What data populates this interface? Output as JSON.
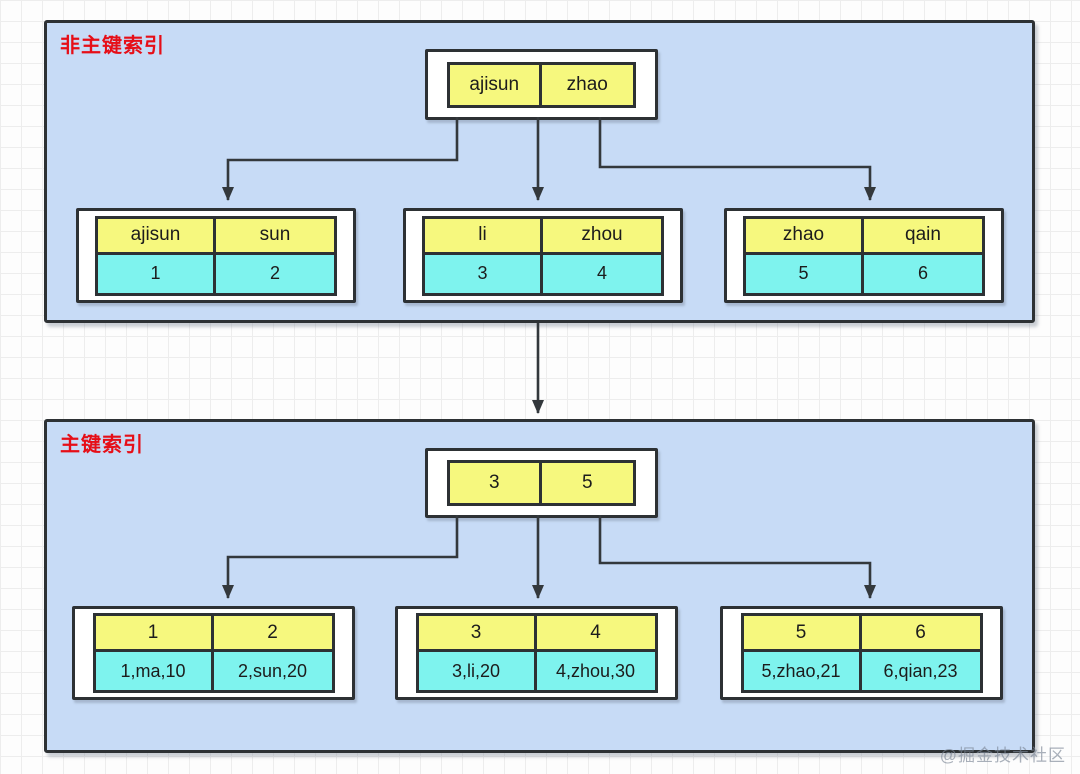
{
  "watermark": "@掘金技术社区",
  "colors": {
    "panel_bg": "#c7dbf6",
    "key_cell_yellow": "#f6f87e",
    "value_cell_cyan": "#7ef3ee",
    "border": "#2d3134",
    "label_red": "#e60e17",
    "grid_line": "#ededed"
  },
  "panels": [
    {
      "label": "非主键索引",
      "root": [
        "ajisun",
        "zhao"
      ],
      "leaves": [
        {
          "keys": [
            "ajisun",
            "sun"
          ],
          "values": [
            "1",
            "2"
          ]
        },
        {
          "keys": [
            "li",
            "zhou"
          ],
          "values": [
            "3",
            "4"
          ]
        },
        {
          "keys": [
            "zhao",
            "qain"
          ],
          "values": [
            "5",
            "6"
          ]
        }
      ]
    },
    {
      "label": "主键索引",
      "root": [
        "3",
        "5"
      ],
      "leaves": [
        {
          "keys": [
            "1",
            "2"
          ],
          "values": [
            "1,ma,10",
            "2,sun,20"
          ]
        },
        {
          "keys": [
            "3",
            "4"
          ],
          "values": [
            "3,li,20",
            "4,zhou,30"
          ]
        },
        {
          "keys": [
            "5",
            "6"
          ],
          "values": [
            "5,zhao,21",
            "6,qian,23"
          ]
        }
      ]
    }
  ]
}
